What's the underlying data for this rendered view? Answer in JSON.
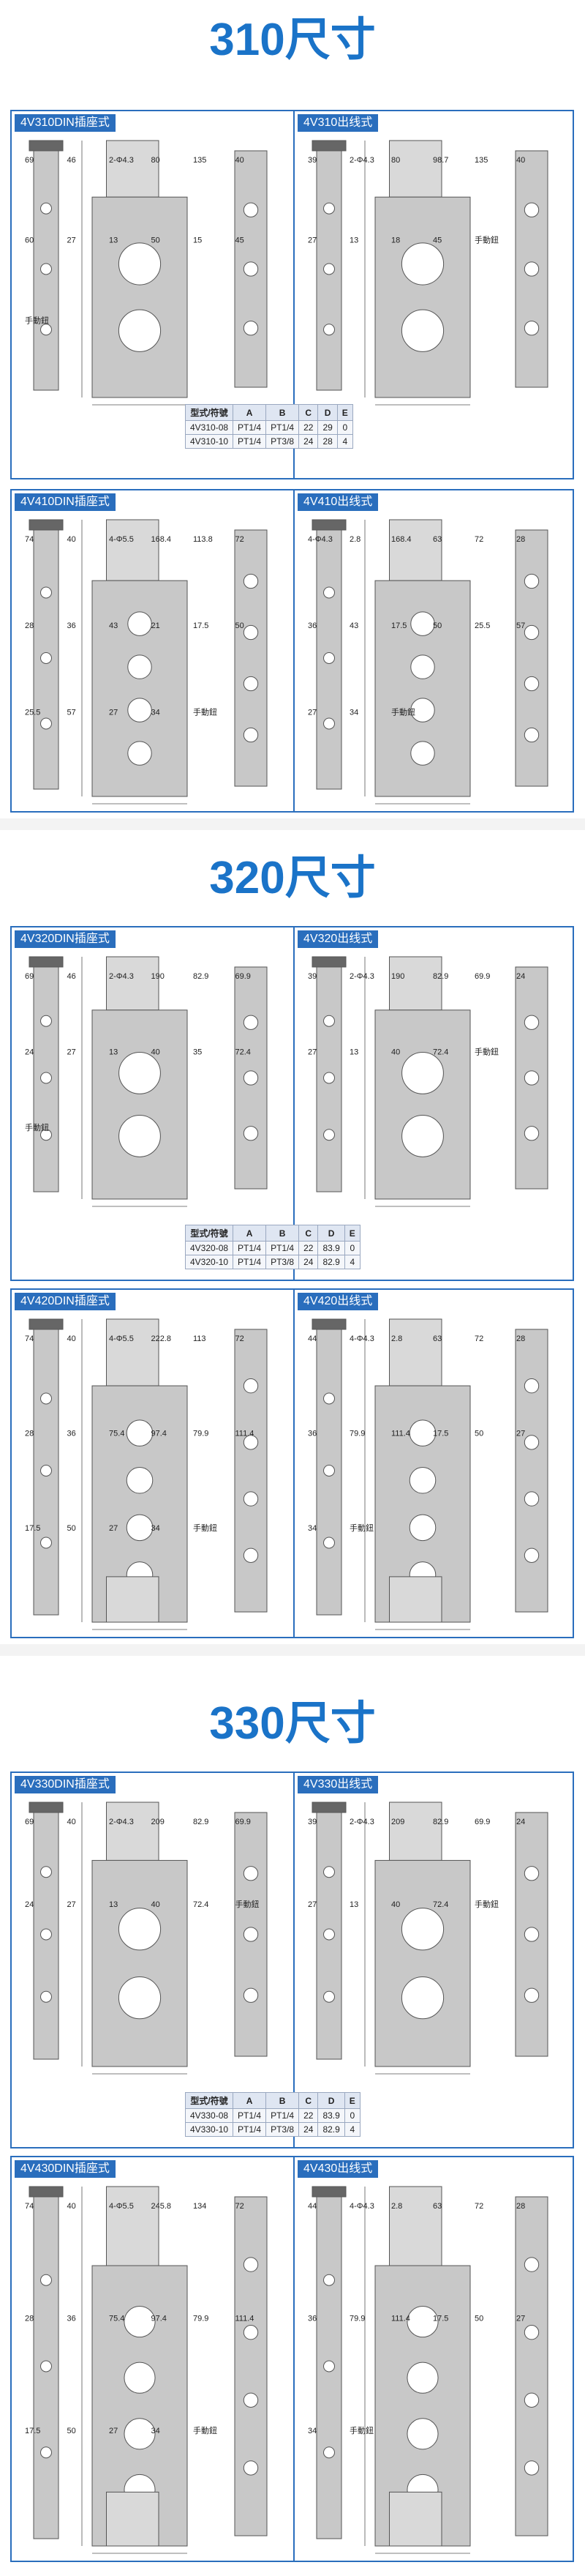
{
  "sections": [
    {
      "title": "310尺寸",
      "panels": [
        {
          "left": {
            "label": "4V310DIN插座式",
            "dims": [
              "69",
              "46",
              "2-Φ4.3",
              "80",
              "135",
              "40",
              "60",
              "27",
              "13",
              "50",
              "15",
              "45",
              "手動鈕"
            ]
          },
          "right": {
            "label": "4V310出线式",
            "dims": [
              "39",
              "2-Φ4.3",
              "80",
              "98.7",
              "135",
              "40",
              "27",
              "13",
              "18",
              "45",
              "手動鈕"
            ]
          },
          "table": {
            "headers": [
              "型式/符號",
              "A",
              "B",
              "C",
              "D",
              "E"
            ],
            "rows": [
              [
                "4V310-08",
                "PT1/4",
                "PT1/4",
                "22",
                "29",
                "0"
              ],
              [
                "4V310-10",
                "PT1/4",
                "PT3/8",
                "24",
                "28",
                "4"
              ]
            ]
          }
        },
        {
          "left": {
            "label": "4V410DIN插座式",
            "dims": [
              "74",
              "40",
              "4-Φ5.5",
              "168.4",
              "113.8",
              "72",
              "28",
              "36",
              "43",
              "21",
              "17.5",
              "50",
              "25.5",
              "57",
              "27",
              "34",
              "手動鈕"
            ]
          },
          "right": {
            "label": "4V410出线式",
            "dims": [
              "4-Φ4.3",
              "2.8",
              "168.4",
              "63",
              "72",
              "28",
              "36",
              "43",
              "17.5",
              "50",
              "25.5",
              "57",
              "27",
              "34",
              "手動鈕"
            ]
          }
        }
      ]
    },
    {
      "title": "320尺寸",
      "panels": [
        {
          "left": {
            "label": "4V320DIN插座式",
            "dims": [
              "69",
              "46",
              "2-Φ4.3",
              "190",
              "82.9",
              "69.9",
              "24",
              "27",
              "13",
              "40",
              "35",
              "72.4",
              "手動鈕"
            ]
          },
          "right": {
            "label": "4V320出线式",
            "dims": [
              "39",
              "2-Φ4.3",
              "190",
              "82.9",
              "69.9",
              "24",
              "27",
              "13",
              "40",
              "72.4",
              "手動鈕"
            ]
          },
          "table": {
            "headers": [
              "型式/符號",
              "A",
              "B",
              "C",
              "D",
              "E"
            ],
            "rows": [
              [
                "4V320-08",
                "PT1/4",
                "PT1/4",
                "22",
                "83.9",
                "0"
              ],
              [
                "4V320-10",
                "PT1/4",
                "PT3/8",
                "24",
                "82.9",
                "4"
              ]
            ]
          }
        },
        {
          "left": {
            "label": "4V420DIN插座式",
            "dims": [
              "74",
              "40",
              "4-Φ5.5",
              "222.8",
              "113",
              "72",
              "28",
              "36",
              "75.4",
              "97.4",
              "79.9",
              "111.4",
              "17.5",
              "50",
              "27",
              "34",
              "手動鈕"
            ]
          },
          "right": {
            "label": "4V420出线式",
            "dims": [
              "44",
              "4-Φ4.3",
              "2.8",
              "63",
              "72",
              "28",
              "36",
              "79.9",
              "111.4",
              "17.5",
              "50",
              "27",
              "34",
              "手動鈕"
            ]
          }
        }
      ]
    },
    {
      "title": "330尺寸",
      "panels": [
        {
          "left": {
            "label": "4V330DIN插座式",
            "dims": [
              "69",
              "40",
              "2-Φ4.3",
              "209",
              "82.9",
              "69.9",
              "24",
              "27",
              "13",
              "40",
              "72.4",
              "手動鈕"
            ]
          },
          "right": {
            "label": "4V330出线式",
            "dims": [
              "39",
              "2-Φ4.3",
              "209",
              "82.9",
              "69.9",
              "24",
              "27",
              "13",
              "40",
              "72.4",
              "手動鈕"
            ]
          },
          "table": {
            "headers": [
              "型式/符號",
              "A",
              "B",
              "C",
              "D",
              "E"
            ],
            "rows": [
              [
                "4V330-08",
                "PT1/4",
                "PT1/4",
                "22",
                "83.9",
                "0"
              ],
              [
                "4V330-10",
                "PT1/4",
                "PT3/8",
                "24",
                "82.9",
                "4"
              ]
            ]
          }
        },
        {
          "left": {
            "label": "4V430DIN插座式",
            "dims": [
              "74",
              "40",
              "4-Φ5.5",
              "245.8",
              "134",
              "72",
              "28",
              "36",
              "75.4",
              "97.4",
              "79.9",
              "111.4",
              "17.5",
              "50",
              "27",
              "34",
              "手動鈕"
            ]
          },
          "right": {
            "label": "4V430出线式",
            "dims": [
              "44",
              "4-Φ4.3",
              "2.8",
              "63",
              "72",
              "28",
              "36",
              "79.9",
              "111.4",
              "17.5",
              "50",
              "27",
              "34",
              "手動鈕"
            ]
          }
        }
      ]
    }
  ],
  "colors": {
    "accent": "#2a6ebd",
    "title": "#1a73c8",
    "body": "#c8c8c8",
    "line": "#555555"
  }
}
